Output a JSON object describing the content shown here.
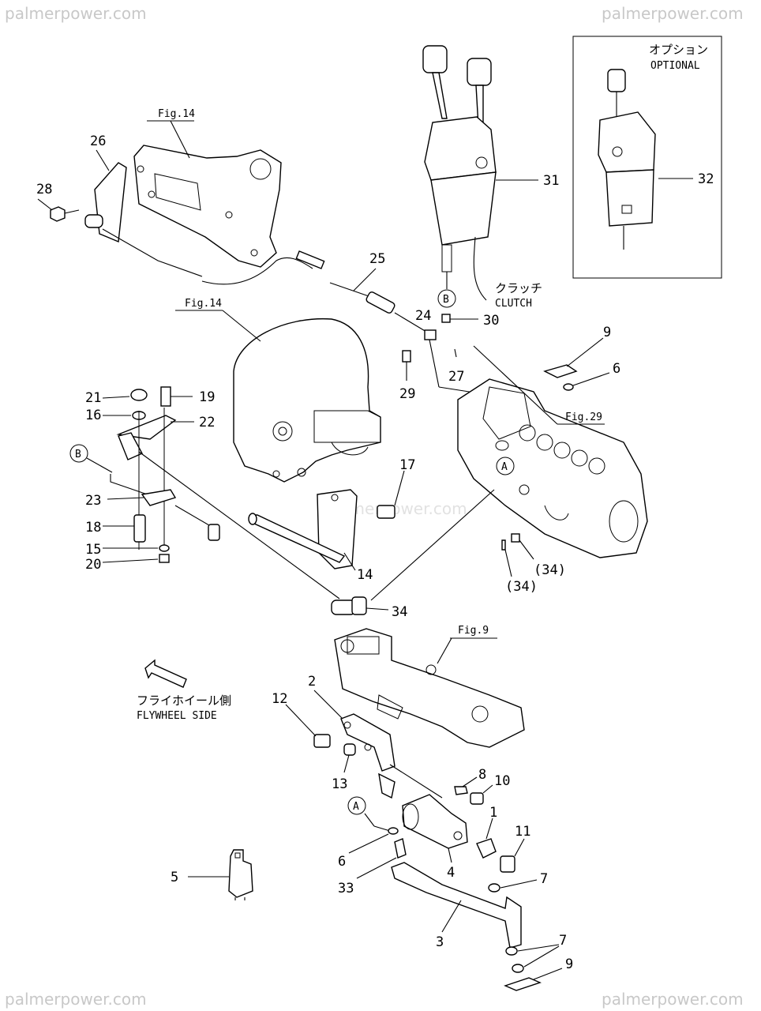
{
  "watermarks": {
    "top_left": "palmerpower.com",
    "top_right": "palmerpower.com",
    "center": "palmerpower.com",
    "bottom_left": "palmerpower.com",
    "bottom_right": "palmerpower.com"
  },
  "optional_box": {
    "title_jp": "オプション",
    "title_en": "OPTIONAL"
  },
  "fig_refs": {
    "fig14_top": "Fig.14",
    "fig14_mid": "Fig.14",
    "fig29": "Fig.29",
    "fig9": "Fig.9"
  },
  "callouts": {
    "clutch_jp": "クラッチ",
    "clutch_en": "CLUTCH",
    "flywheel_jp": "フライホイール側",
    "flywheel_en": "FLYWHEEL SIDE",
    "circle_b_top": "B",
    "circle_b_left": "B",
    "circle_a_engine": "A",
    "circle_a_bottom": "A"
  },
  "part_numbers": {
    "p1": "1",
    "p2": "2",
    "p3": "3",
    "p4": "4",
    "p5": "5",
    "p6a": "6",
    "p6b": "6",
    "p7a": "7",
    "p7b": "7",
    "p8": "8",
    "p9a": "9",
    "p9b": "9",
    "p10": "10",
    "p11": "11",
    "p12": "12",
    "p13": "13",
    "p14": "14",
    "p15": "15",
    "p16": "16",
    "p17": "17",
    "p18": "18",
    "p19": "19",
    "p20": "20",
    "p21": "21",
    "p22": "22",
    "p23": "23",
    "p24": "24",
    "p25": "25",
    "p26": "26",
    "p27": "27",
    "p28": "28",
    "p29": "29",
    "p30": "30",
    "p31": "31",
    "p32": "32",
    "p33": "33",
    "p34": "34",
    "p34a": "(34)",
    "p34b": "(34)"
  }
}
